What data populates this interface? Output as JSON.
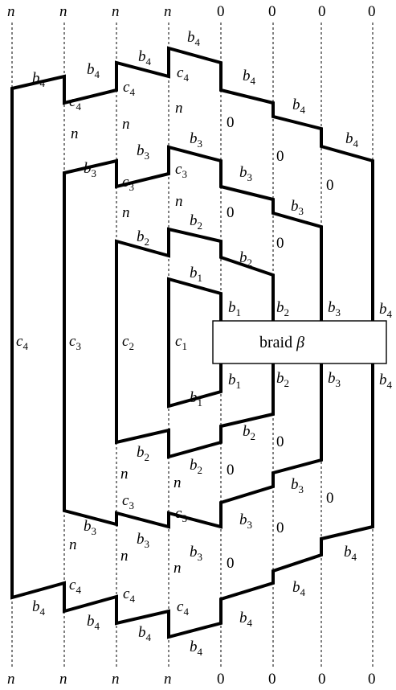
{
  "columns_top": [
    "n",
    "n",
    "n",
    "n",
    "0",
    "0",
    "0",
    "0"
  ],
  "columns_bottom": [
    "n",
    "n",
    "n",
    "n",
    "0",
    "0",
    "0",
    "0"
  ],
  "box": {
    "prefix": "braid ",
    "symbol": "β"
  },
  "labels": [
    {
      "id": "b4-top-1",
      "base": "b",
      "sub": "4"
    },
    {
      "id": "b4-top-2",
      "base": "b",
      "sub": "4"
    },
    {
      "id": "b4-top-3",
      "base": "b",
      "sub": "4"
    },
    {
      "id": "b4-top-4",
      "base": "b",
      "sub": "4"
    },
    {
      "id": "c4-top-1",
      "base": "c",
      "sub": "4"
    },
    {
      "id": "c4-top-2",
      "base": "c",
      "sub": "4"
    },
    {
      "id": "c4-top-3",
      "base": "c",
      "sub": "4"
    },
    {
      "id": "b4-top-5",
      "base": "b",
      "sub": "4"
    },
    {
      "id": "b4-top-6",
      "base": "b",
      "sub": "4"
    },
    {
      "id": "b4-top-7",
      "base": "b",
      "sub": "4"
    },
    {
      "id": "n-r1-1",
      "base": "n",
      "sub": ""
    },
    {
      "id": "n-r1-2",
      "base": "n",
      "sub": ""
    },
    {
      "id": "n-r1-3",
      "base": "n",
      "sub": ""
    },
    {
      "id": "z-r1-1",
      "base": "0",
      "sub": "",
      "upright": true
    },
    {
      "id": "z-r1-2",
      "base": "0",
      "sub": "",
      "upright": true
    },
    {
      "id": "z-r1-3",
      "base": "0",
      "sub": "",
      "upright": true
    },
    {
      "id": "b3-top-1",
      "base": "b",
      "sub": "3"
    },
    {
      "id": "b3-top-2",
      "base": "b",
      "sub": "3"
    },
    {
      "id": "b3-top-3",
      "base": "b",
      "sub": "3"
    },
    {
      "id": "c3-top-1",
      "base": "c",
      "sub": "3"
    },
    {
      "id": "c3-top-2",
      "base": "c",
      "sub": "3"
    },
    {
      "id": "b3-top-4",
      "base": "b",
      "sub": "3"
    },
    {
      "id": "b3-top-5",
      "base": "b",
      "sub": "3"
    },
    {
      "id": "n-r2-1",
      "base": "n",
      "sub": ""
    },
    {
      "id": "n-r2-2",
      "base": "n",
      "sub": ""
    },
    {
      "id": "z-r2-1",
      "base": "0",
      "sub": "",
      "upright": true
    },
    {
      "id": "z-r2-2",
      "base": "0",
      "sub": "",
      "upright": true
    },
    {
      "id": "b2-top-1",
      "base": "b",
      "sub": "2"
    },
    {
      "id": "b2-top-2",
      "base": "b",
      "sub": "2"
    },
    {
      "id": "b2-top-3",
      "base": "b",
      "sub": "2"
    },
    {
      "id": "b1-top-1",
      "base": "b",
      "sub": "1"
    },
    {
      "id": "b1-mid-top",
      "base": "b",
      "sub": "1"
    },
    {
      "id": "b2-mid-top",
      "base": "b",
      "sub": "2"
    },
    {
      "id": "b3-mid-top",
      "base": "b",
      "sub": "3"
    },
    {
      "id": "b4-mid-top",
      "base": "b",
      "sub": "4"
    },
    {
      "id": "c4-left",
      "base": "c",
      "sub": "4"
    },
    {
      "id": "c3-left",
      "base": "c",
      "sub": "3"
    },
    {
      "id": "c2-left",
      "base": "c",
      "sub": "2"
    },
    {
      "id": "c1-left",
      "base": "c",
      "sub": "1"
    },
    {
      "id": "b1-mid-bot",
      "base": "b",
      "sub": "1"
    },
    {
      "id": "b2-mid-bot",
      "base": "b",
      "sub": "2"
    },
    {
      "id": "b3-mid-bot",
      "base": "b",
      "sub": "3"
    },
    {
      "id": "b4-mid-bot",
      "base": "b",
      "sub": "4"
    },
    {
      "id": "b1-bot-1",
      "base": "b",
      "sub": "1"
    },
    {
      "id": "b2-bot-1",
      "base": "b",
      "sub": "2"
    },
    {
      "id": "b2-bot-2",
      "base": "b",
      "sub": "2"
    },
    {
      "id": "b2-bot-3",
      "base": "b",
      "sub": "2"
    },
    {
      "id": "z-r3-1",
      "base": "0",
      "sub": "",
      "upright": true
    },
    {
      "id": "z-r3-2",
      "base": "0",
      "sub": "",
      "upright": true
    },
    {
      "id": "n-r3-1",
      "base": "n",
      "sub": ""
    },
    {
      "id": "n-r3-2",
      "base": "n",
      "sub": ""
    },
    {
      "id": "c3-bot-1",
      "base": "c",
      "sub": "3"
    },
    {
      "id": "c3-bot-2",
      "base": "c",
      "sub": "3"
    },
    {
      "id": "b3-bot-1",
      "base": "b",
      "sub": "3"
    },
    {
      "id": "b3-bot-2",
      "base": "b",
      "sub": "3"
    },
    {
      "id": "b3-bot-3",
      "base": "b",
      "sub": "3"
    },
    {
      "id": "b3-bot-4",
      "base": "b",
      "sub": "3"
    },
    {
      "id": "b3-bot-5",
      "base": "b",
      "sub": "3"
    },
    {
      "id": "z-r4-1",
      "base": "0",
      "sub": "",
      "upright": true
    },
    {
      "id": "z-r4-2",
      "base": "0",
      "sub": "",
      "upright": true
    },
    {
      "id": "z-r4-3",
      "base": "0",
      "sub": "",
      "upright": true
    },
    {
      "id": "n-r4-1",
      "base": "n",
      "sub": ""
    },
    {
      "id": "n-r4-2",
      "base": "n",
      "sub": ""
    },
    {
      "id": "n-r4-3",
      "base": "n",
      "sub": ""
    },
    {
      "id": "b4-bot-1",
      "base": "b",
      "sub": "4"
    },
    {
      "id": "b4-bot-2",
      "base": "b",
      "sub": "4"
    },
    {
      "id": "c4-bot-1",
      "base": "c",
      "sub": "4"
    },
    {
      "id": "c4-bot-2",
      "base": "c",
      "sub": "4"
    },
    {
      "id": "c4-bot-3",
      "base": "c",
      "sub": "4"
    },
    {
      "id": "b4-bot-3",
      "base": "b",
      "sub": "4"
    },
    {
      "id": "b4-bot-4",
      "base": "b",
      "sub": "4"
    },
    {
      "id": "b4-bot-5",
      "base": "b",
      "sub": "4"
    },
    {
      "id": "b4-bot-6",
      "base": "b",
      "sub": "4"
    },
    {
      "id": "b4-bot-7",
      "base": "b",
      "sub": "4"
    }
  ]
}
